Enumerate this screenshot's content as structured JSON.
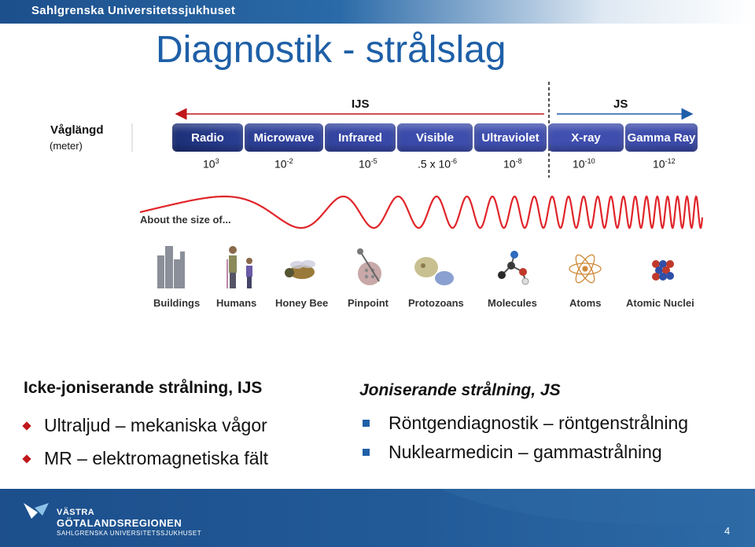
{
  "header": {
    "brand": "Sahlgrenska Universitetssjukhuset"
  },
  "title": "Diagnostik - strålslag",
  "labels": {
    "ijs": "IJS",
    "js": "JS",
    "wavelength": "Våglängd",
    "wavelength_unit": "(meter)"
  },
  "bands": [
    "Radio",
    "Microwave",
    "Infrared",
    "Visible",
    "Ultraviolet",
    "X-ray",
    "Gamma Ray"
  ],
  "wavelengths": [
    {
      "base": "10",
      "exp": "3"
    },
    {
      "base": "10",
      "exp": "-2"
    },
    {
      "base": "10",
      "exp": "-5"
    },
    {
      "base": ".5 x 10",
      "exp": "-6"
    },
    {
      "base": "10",
      "exp": "-8"
    },
    {
      "base": "10",
      "exp": "-10"
    },
    {
      "base": "10",
      "exp": "-12"
    }
  ],
  "about": "About the size of...",
  "objects": [
    "Buildings",
    "Humans",
    "Honey Bee",
    "Pinpoint",
    "Protozoans",
    "Molecules",
    "Atoms",
    "Atomic Nuclei"
  ],
  "left_section": {
    "title": "Icke-joniserande strålning, IJS",
    "items": [
      "Ultraljud – mekaniska vågor",
      "MR – elektromagnetiska fält"
    ]
  },
  "right_section": {
    "title": "Joniserande strålning, JS",
    "items": [
      "Röntgendiagnostik – röntgenstrålning",
      "Nuklearmedicin – gammastrålning"
    ]
  },
  "footer": {
    "line1": "VÄSTRA",
    "line2": "GÖTALANDSREGIONEN",
    "line3": "SAHLGRENSKA UNIVERSITETSSJUKHUSET",
    "page": "4"
  },
  "colors": {
    "title": "#1e5fa7",
    "band": "#1f3f8f",
    "bullet_diamond": "#c0171b",
    "bullet_square": "#1f5fa8",
    "wave": "#e0252a"
  }
}
